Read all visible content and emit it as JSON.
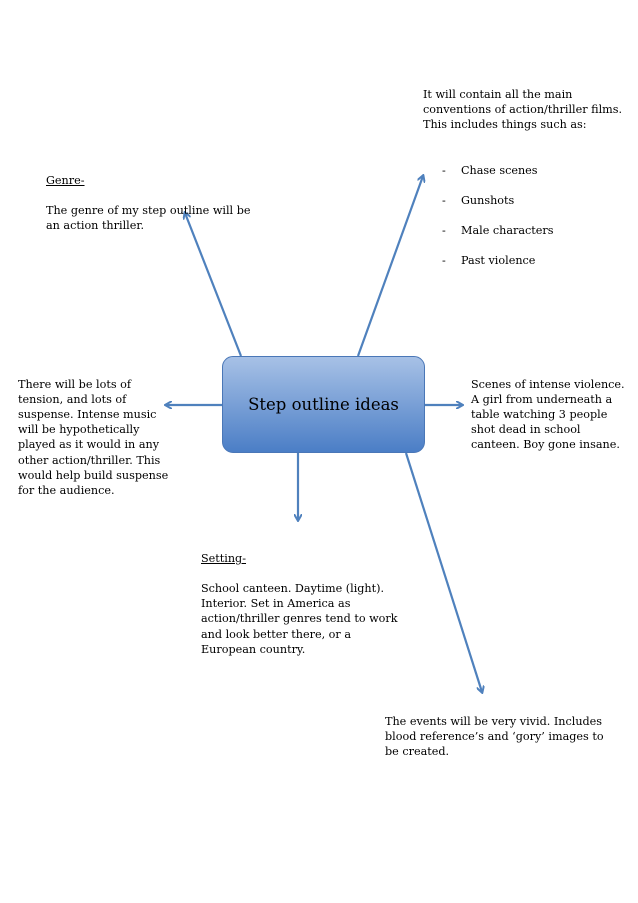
{
  "colors": {
    "arrow": "#4f81bd",
    "box_top": "#a7c1e6",
    "box_bottom": "#4b7ec6",
    "text": "#000000"
  },
  "central": {
    "title": "Step outline ideas"
  },
  "conventions": {
    "lines": "It will contain all the main\nconventions of action/thriller films.\nThis includes things such as:",
    "items": [
      "Chase scenes",
      "Gunshots",
      "Male characters",
      "Past violence"
    ],
    "bullet": "-"
  },
  "genre": {
    "heading": "Genre-",
    "text": "The genre of my step outline will be\nan action thriller."
  },
  "suspense": {
    "text": "There will be lots of\ntension, and lots of\nsuspense. Intense music\nwill be hypothetically\nplayed as it would in any\nother action/thriller. This\nwould help build suspense\nfor the audience."
  },
  "scenes": {
    "text": "Scenes of intense violence.\nA girl from underneath a\ntable watching 3 people\nshot dead in school\ncanteen. Boy gone insane."
  },
  "setting": {
    "heading": "Setting-",
    "text": "School canteen. Daytime (light).\nInterior. Set in America as\naction/thriller genres tend to work\nand look better there, or a\nEuropean country."
  },
  "events": {
    "text": "The events will be very vivid. Includes\nblood reference’s and ‘gory’ images to\nbe created."
  }
}
